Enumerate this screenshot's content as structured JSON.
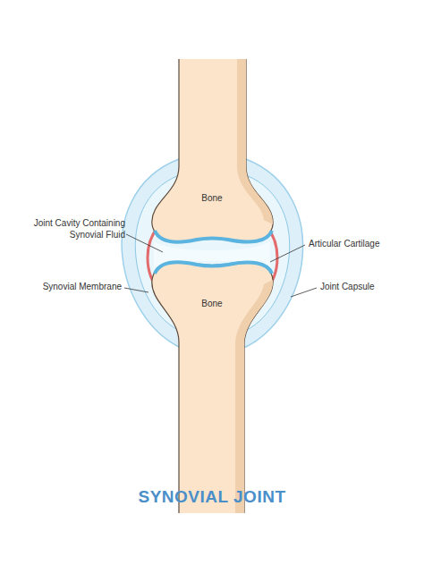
{
  "diagram": {
    "title": "SYNOVIAL JOINT",
    "nodes": [
      {
        "text": [
          "Bone"
        ]
      },
      {
        "text": [
          "Bone"
        ]
      }
    ],
    "labels": [
      "Joint Cavity Containing Synovial Fluid",
      "Articular Cartilage",
      "Synovial Membrane",
      "Joint Capsule"
    ]
  }
}
